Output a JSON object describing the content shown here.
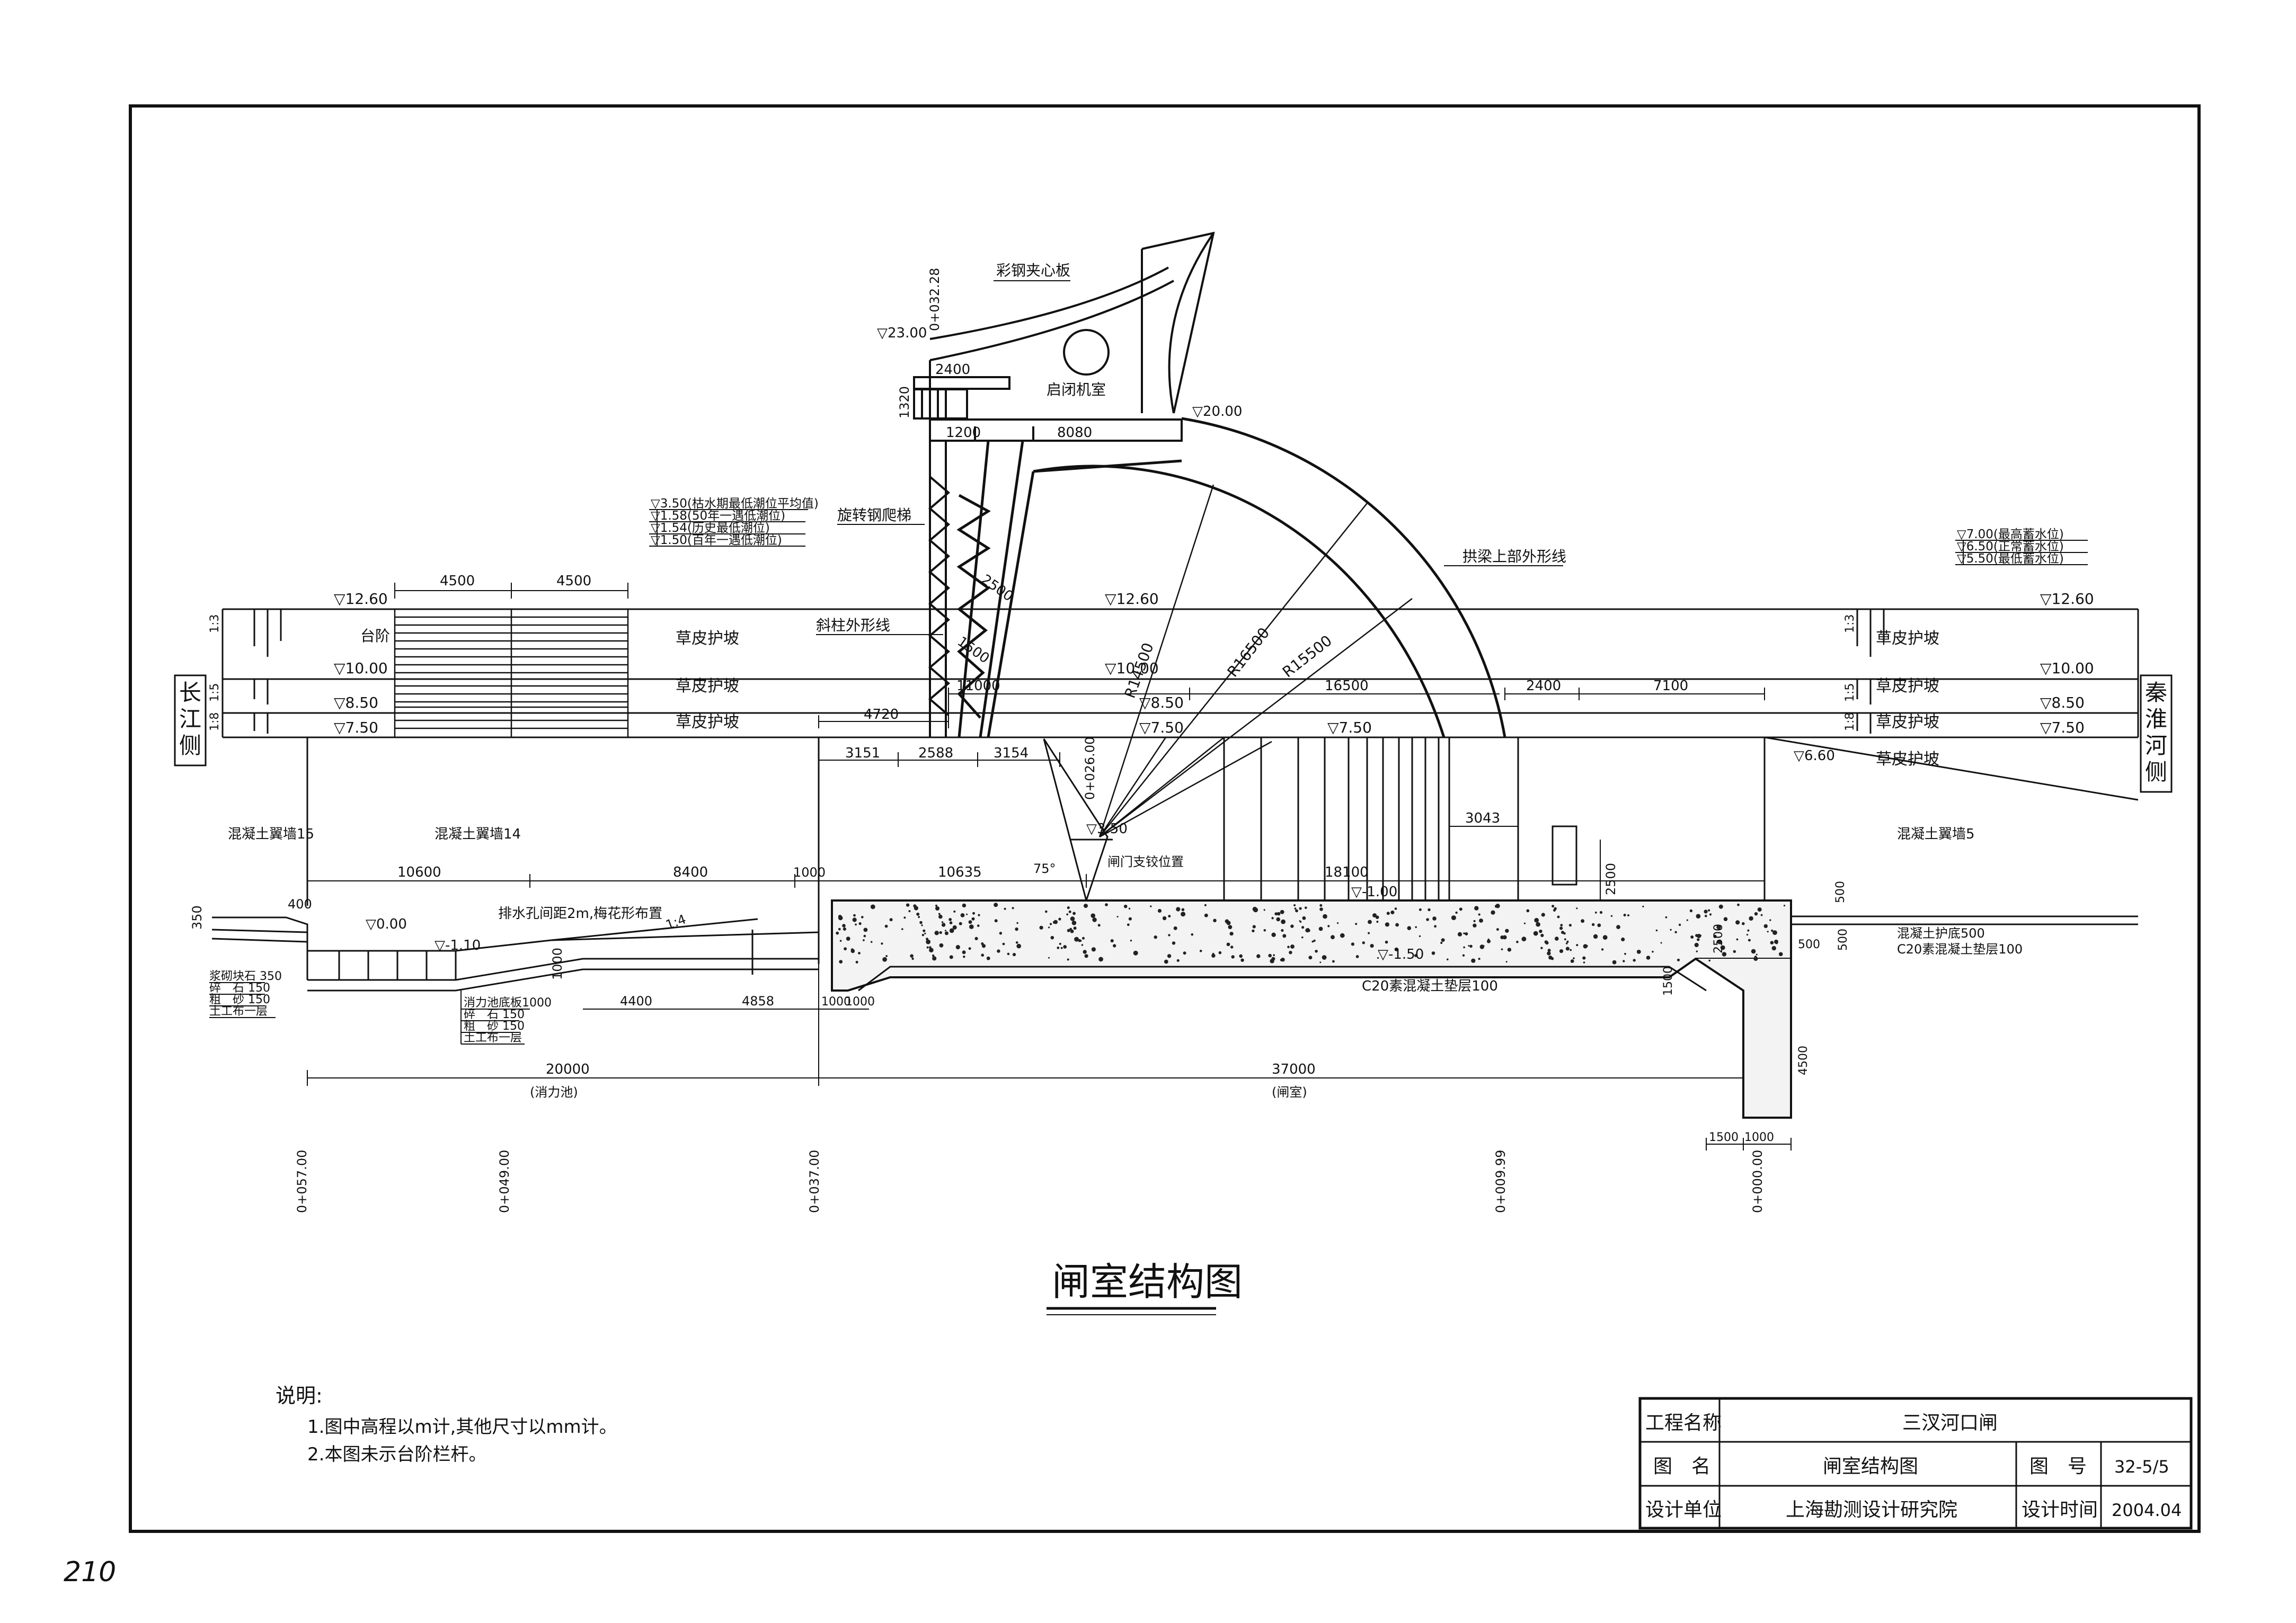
{
  "page_number": "210",
  "drawing_title": "闸室结构图",
  "notes": {
    "heading": "说明:",
    "items": [
      "1.图中高程以m计,其他尺寸以mm计。",
      "2.本图未示台阶栏杆。"
    ]
  },
  "sides": {
    "left": "长江侧",
    "right": "秦淮河侧"
  },
  "title_block": {
    "project_label": "工程名称",
    "project_value": "三汊河口闸",
    "name_label": "图　名",
    "name_value": "闸室结构图",
    "number_label": "图　号",
    "number_value": "32-5/5",
    "unit_label": "设计单位",
    "unit_value": "上海勘测设计研究院",
    "date_label": "设计时间",
    "date_value": "2004.04"
  },
  "water_levels_left": [
    "▽3.50(枯水期最低潮位平均值)",
    "▽1.58(50年一遇低潮位)",
    "▽1.54(历史最低潮位)",
    "▽1.50(百年一遇低潮位)"
  ],
  "water_levels_right": [
    "▽7.00(最高蓄水位)",
    "▽6.50(正常蓄水位)",
    "▽5.50(最低蓄水位)"
  ],
  "elevations": {
    "e1260": "▽12.60",
    "e1000": "▽10.00",
    "e850": "▽8.50",
    "e750": "▽7.50",
    "e660": "▽6.60",
    "e2300": "▽23.00",
    "e2000": "▽20.00",
    "e350": "▽3.50",
    "e000": "▽0.00",
    "en110": "▽-1.10",
    "en100": "▽-1.00",
    "en150": "▽-1.50"
  },
  "labels": {
    "color_steel": "彩钢夹心板",
    "hoist_room": "启闭机室",
    "spiral_ladder": "旋转钢爬梯",
    "arch_outline": "拱梁上部外形线",
    "column_outline": "斜柱外形线",
    "steps": "台阶",
    "grass": "草皮护坡",
    "wall15": "混凝土翼墙15",
    "wall14": "混凝土翼墙14",
    "wall5": "混凝土翼墙5",
    "drain": "排水孔间距2m,梅花形布置",
    "gate_hinge": "闸门支铰位置",
    "c20_cushion": "C20素混凝土垫层100",
    "apron_concrete": "混凝土护底500",
    "c20_cushion2": "C20素混凝土垫层100",
    "stilling_basin": "(消力池)",
    "gate_chamber": "(闸室)",
    "slope": "1:4",
    "layers_left": [
      "浆砌块石 350",
      "碎　石 150",
      "粗　砂 150",
      "土工布一层"
    ],
    "layers_mid": [
      "消力池底板1000",
      "碎　石 150",
      "粗　砂 150",
      "土工布一层"
    ]
  },
  "dimensions": {
    "d4500a": "4500",
    "d4500b": "4500",
    "d2400top": "2400",
    "d1320": "1320",
    "d1200": "1200",
    "d8080": "8080",
    "d2500": "2500",
    "d1500": "1500",
    "r14500": "R14500",
    "r16500": "R16500",
    "r15500": "R15500",
    "d11000": "11000",
    "d16500": "16500",
    "d2400": "2400",
    "d7100": "7100",
    "d4720": "4720",
    "d3151": "3151",
    "d2588": "2588",
    "d3154": "3154",
    "d3043": "3043",
    "d10600": "10600",
    "d8400": "8400",
    "d1000a": "1000",
    "d10635": "10635",
    "d18100": "18100",
    "d400": "400",
    "d350": "350",
    "d1000v": "1000",
    "d4400": "4400",
    "d4858": "4858",
    "d1000b": "1000",
    "d1000c": "1000",
    "d20000": "20000",
    "d37000": "37000",
    "d2500v": "2500",
    "d500v": "500",
    "d500b": "500",
    "d2500w": "2500",
    "d1500w": "1500",
    "d4500v": "4500",
    "d1500h": "1500",
    "d1000h": "1000",
    "angle75": "75°",
    "slope13a": "1:3",
    "slope15": "1:5",
    "slope18": "1:8",
    "slope13b": "1:3",
    "slope15b": "1:5",
    "slope18b": "1:8"
  },
  "stations": {
    "s05728": "0+057.00",
    "s04900": "0+049.00",
    "s03700": "0+037.00",
    "s02600": "0+026.00",
    "s00999": "0+009.99",
    "s00000": "0+000.00",
    "s03228": "0+032.28"
  }
}
